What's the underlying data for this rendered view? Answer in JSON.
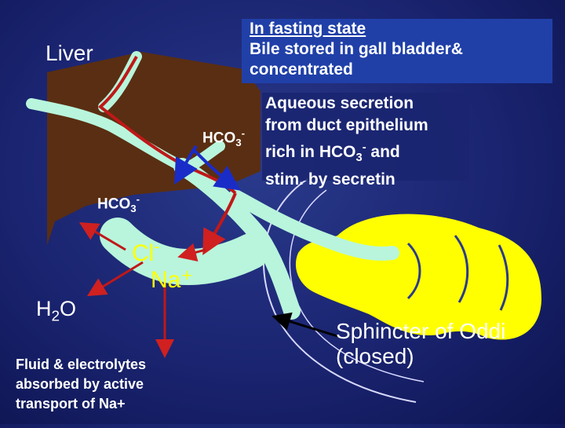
{
  "labels": {
    "liver": "Liver",
    "fasting_line1": "In fasting state",
    "fasting_line2": "Bile stored in gall bladder&",
    "fasting_line3": "concentrated",
    "aqueous_line1": "Aqueous secretion",
    "aqueous_line2": "from duct epithelium",
    "aqueous_line3_pre": "rich in HCO",
    "aqueous_line3_sub": "3",
    "aqueous_line3_sup": "-",
    "aqueous_line3_post": " and",
    "aqueous_line4": "stim. by secretin",
    "hco3_base": "HCO",
    "hco3_sub": "3",
    "hco3_sup": "-",
    "cl_base": "Cl",
    "cl_sup": "-",
    "na": "Na⁺",
    "h2o_h": "H",
    "h2o_sub": "2",
    "h2o_o": "O",
    "fluid_line1": "Fluid & electrolytes",
    "fluid_line2": "absorbed by active",
    "fluid_line3": "transport of Na+",
    "oddi_line1": "Sphincter of Oddi",
    "oddi_line2": "(closed)"
  },
  "colors": {
    "background": "#1a2470",
    "liver": "#5a2e12",
    "duct": "#b8f5dc",
    "intestine": "#ffff00",
    "red_arrow": "#c01818",
    "blue_arrow": "#1a2cc8",
    "label_box": "#2040a8",
    "ion_text": "#ffff00"
  }
}
